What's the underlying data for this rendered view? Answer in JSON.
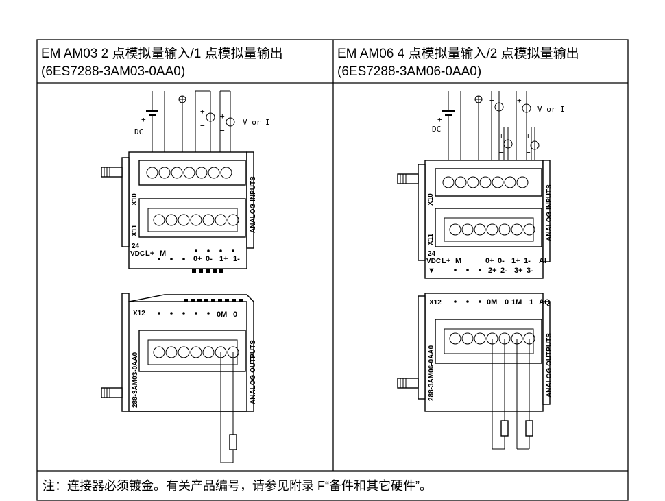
{
  "table": {
    "left": {
      "title_line1": "EM AM03 2 点模拟量输入/1 点模拟量输出",
      "title_line2": "(6ES7288-3AM03-0AA0)",
      "module_label": "288-3AM03-0AA0",
      "top_block": {
        "dc_label": "DC",
        "v_or_i_label": "V or I",
        "x10_label": "X10",
        "x11_label": "X11",
        "vdc_label": "24\nVDC",
        "terminal_labels": [
          "L+",
          "M",
          "0+",
          "0-",
          "1+",
          "1-"
        ],
        "side_label": "ANALOG INPUTS"
      },
      "bottom_block": {
        "x12_label": "X12",
        "terminal_labels": [
          "0M",
          "0"
        ],
        "side_label": "ANALOG OUTPUTS"
      }
    },
    "right": {
      "title_line1": "EM AM06 4 点模拟量输入/2 点模拟量输出",
      "title_line2": "(6ES7288-3AM06-0AA0)",
      "module_label": "288-3AM06-0AA0",
      "top_block": {
        "dc_label": "DC",
        "v_or_i_label": "V or I",
        "x10_label": "X10",
        "x11_label": "X11",
        "vdc_label": "24\nVDC",
        "terminal_labels": [
          "L+",
          "M",
          "0+",
          "0-",
          "1+",
          "1-",
          "2+",
          "2-",
          "3+",
          "3-"
        ],
        "ai_label": "AI",
        "side_label": "ANALOG INPUTS"
      },
      "bottom_block": {
        "x12_label": "X12",
        "terminal_labels": [
          "0M",
          "0",
          "1M",
          "1"
        ],
        "aq_label": "AQ",
        "side_label": "ANALOG OUTPUTS"
      }
    },
    "note": "注：连接器必须镀金。有关产品编号，请参见附录 F“备件和其它硬件”。"
  }
}
